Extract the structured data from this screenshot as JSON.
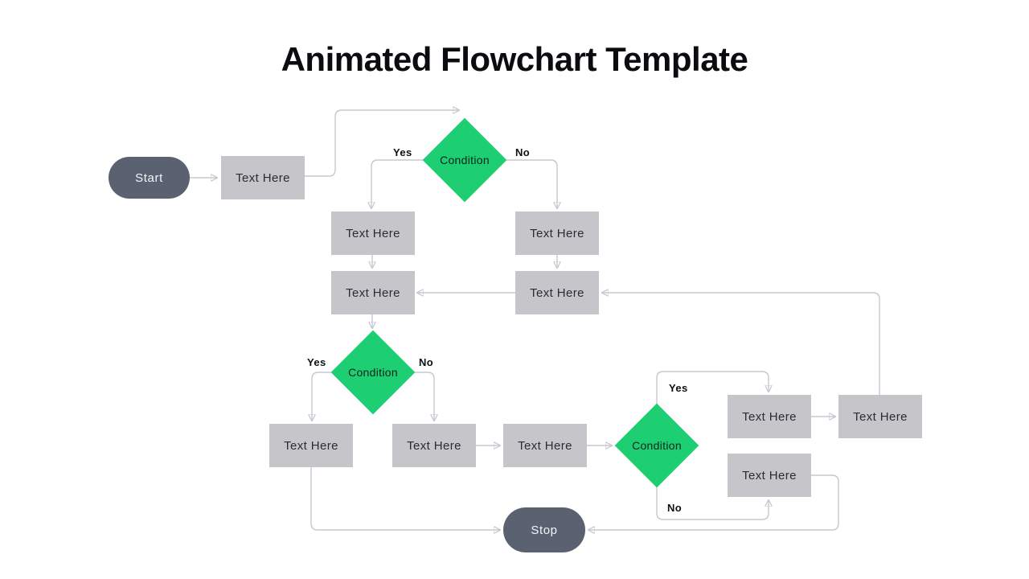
{
  "title": "Animated Flowchart Template",
  "terminals": {
    "start": "Start",
    "stop": "Stop"
  },
  "processes": [
    {
      "label": "Text Here"
    },
    {
      "label": "Text Here"
    },
    {
      "label": "Text Here"
    },
    {
      "label": "Text Here"
    },
    {
      "label": "Text Here"
    },
    {
      "label": "Text Here"
    },
    {
      "label": "Text Here"
    },
    {
      "label": "Text Here"
    },
    {
      "label": "Text Here"
    },
    {
      "label": "Text Here"
    },
    {
      "label": "Text Here"
    }
  ],
  "conditions": [
    {
      "label": "Condition"
    },
    {
      "label": "Condition"
    },
    {
      "label": "Condition"
    }
  ],
  "branch_labels": {
    "yes": "Yes",
    "no": "No"
  },
  "colors": {
    "condition_fill": "#1dce73",
    "terminal_fill": "#5a6272",
    "process_fill": "#c6c5ca",
    "connector_line": "#c7c7d1",
    "arrowhead": "#b3b3bf",
    "title_text": "#0b0b10",
    "process_text": "#2b2b33"
  }
}
